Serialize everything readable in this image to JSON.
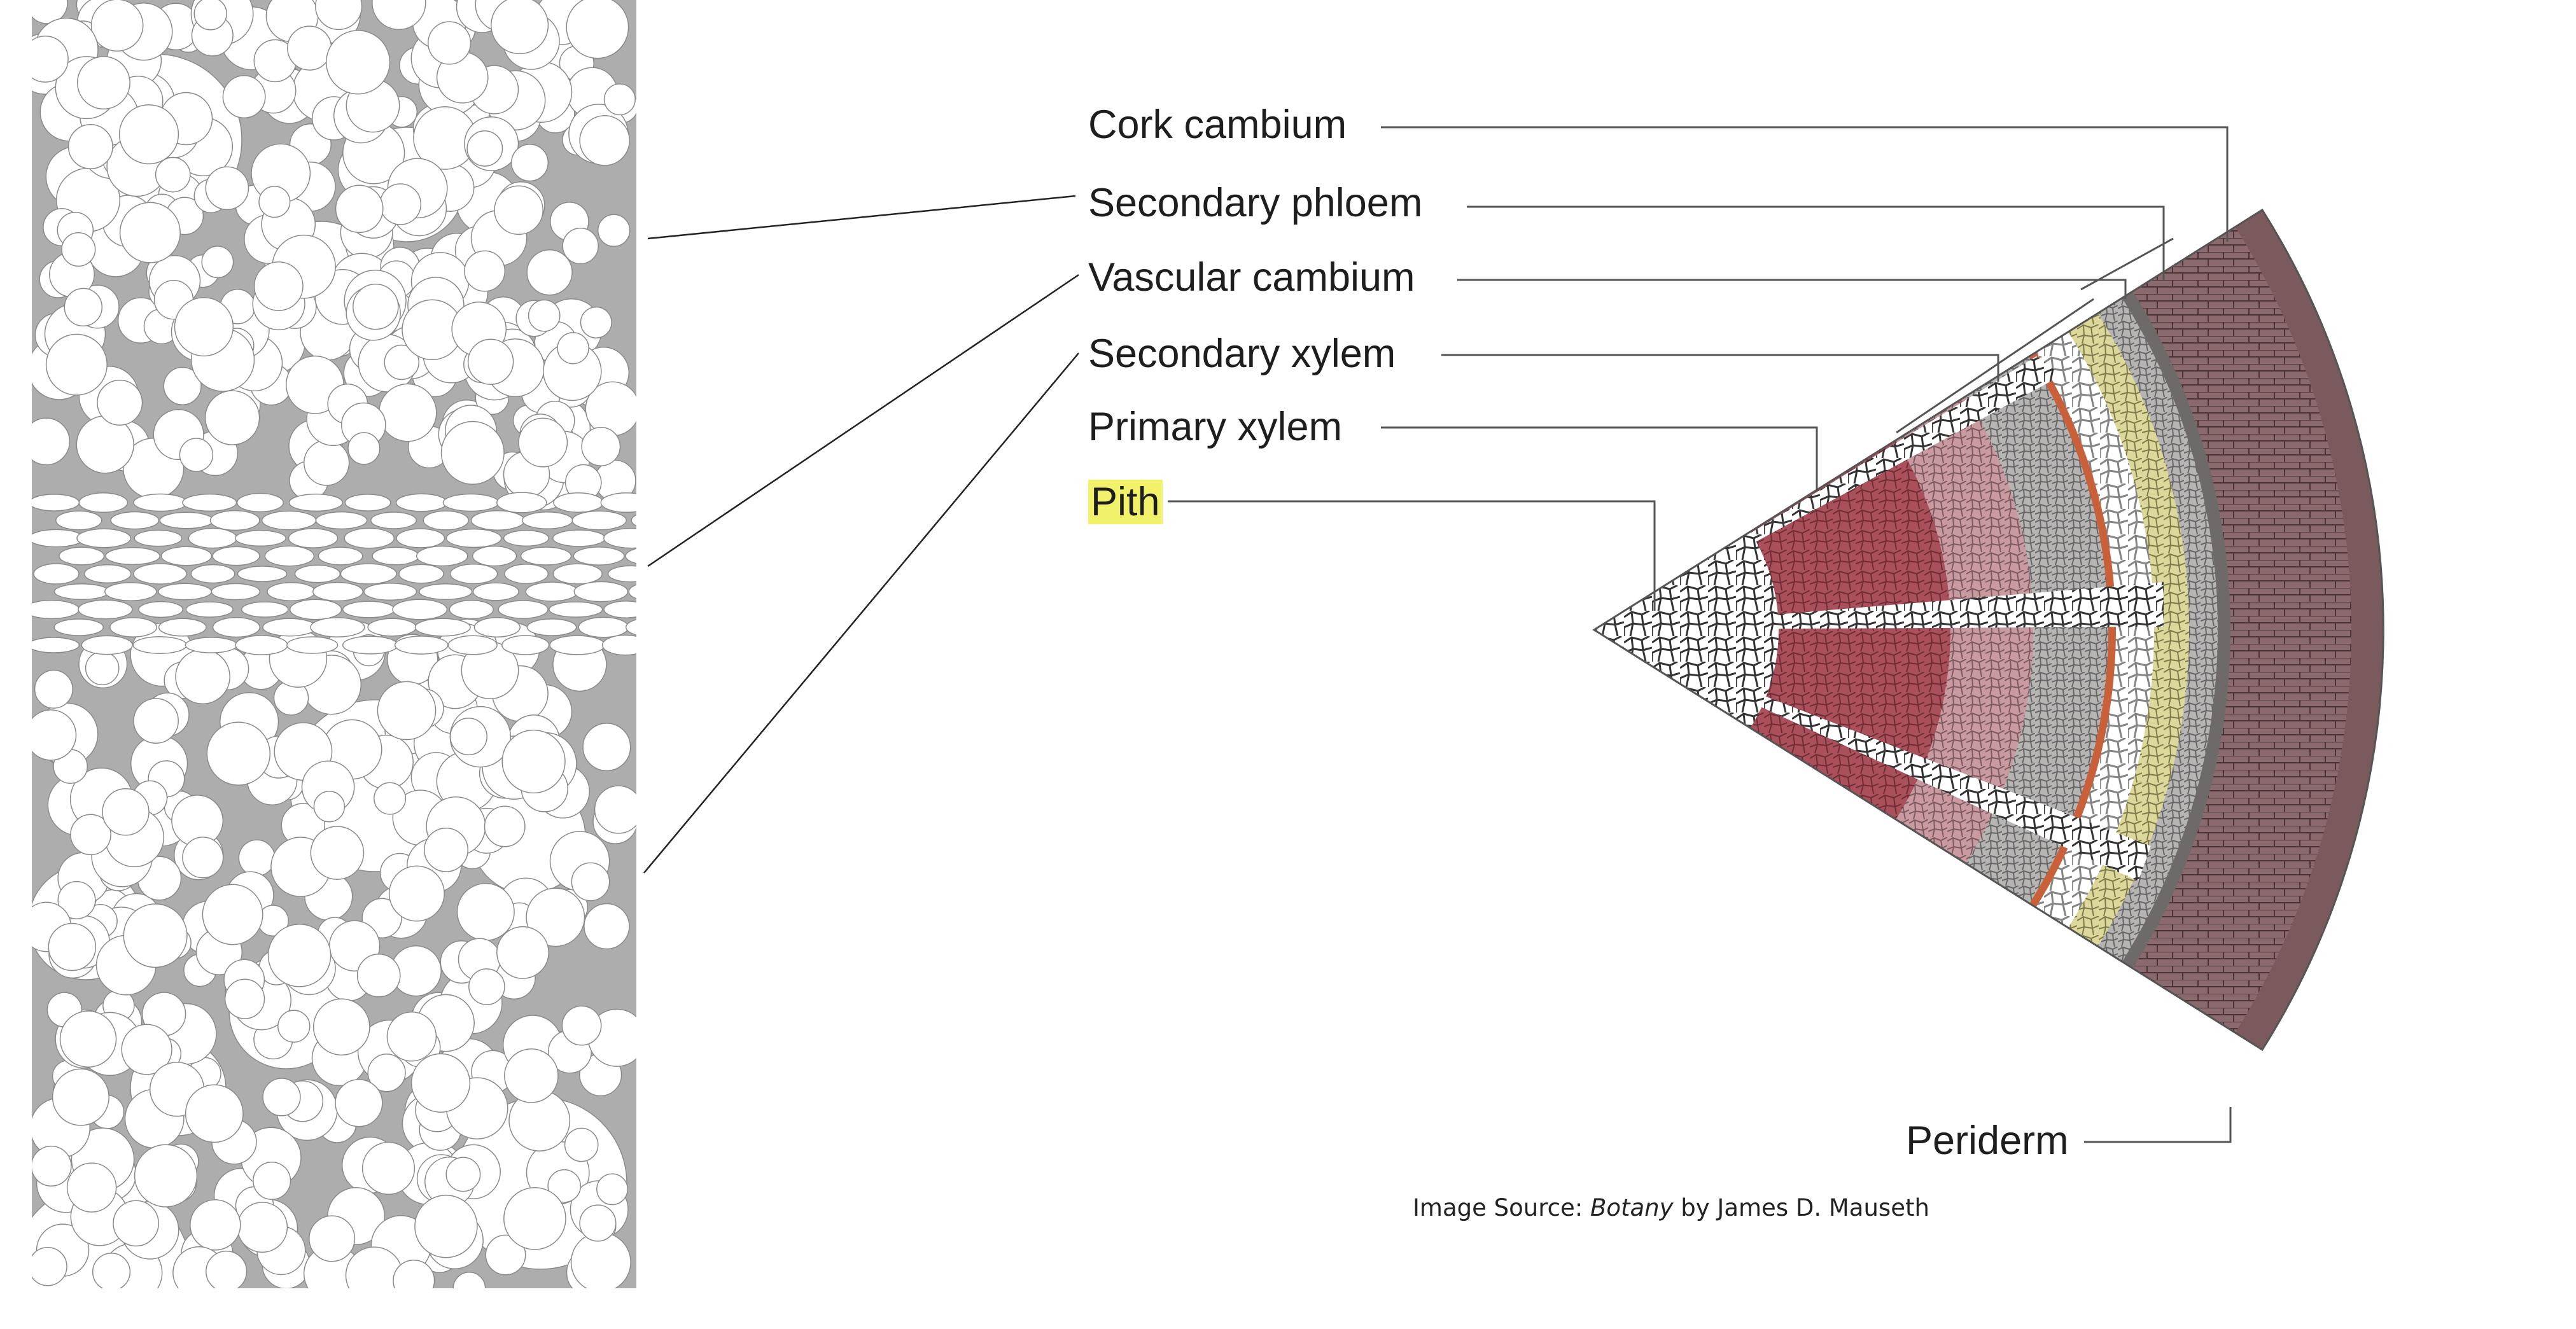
{
  "diagram": {
    "labels": {
      "cork_cambium": "Cork cambium",
      "secondary_phloem": "Secondary phloem",
      "vascular_cambium": "Vascular cambium",
      "secondary_xylem": "Secondary xylem",
      "primary_xylem": "Primary xylem",
      "pith": "Pith",
      "periderm": "Periderm"
    },
    "caption": {
      "prefix": "Image Source: ",
      "book": "Botany",
      "suffix": " by James D. Mauseth"
    },
    "colors": {
      "panel_gray": "#adadad",
      "pore_white": "#ffffff",
      "pith_highlight": "#f2f26a",
      "xylem_red": "#a8505a",
      "cambium_orange": "#c8603a",
      "phloem_yellow": "#c9c47a",
      "periderm_brown": "#7a5a5a"
    }
  }
}
